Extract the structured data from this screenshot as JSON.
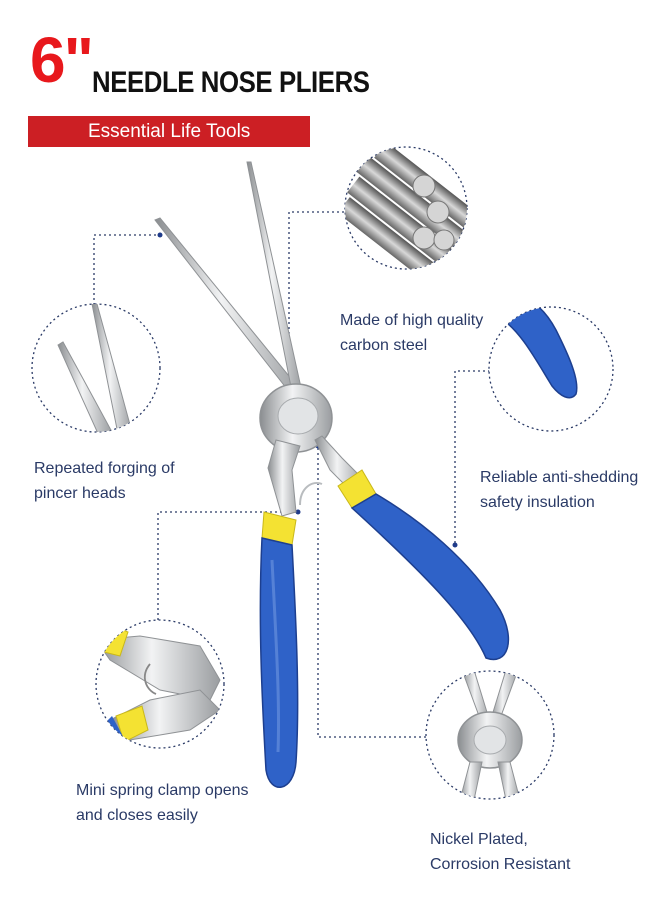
{
  "header": {
    "size": "6\"",
    "title": "NEEDLE NOSE PLIERS",
    "banner": "Essential Life Tools"
  },
  "features": [
    {
      "line1": "Made of high quality",
      "line2": "carbon steel",
      "icon": "steel-rods-icon"
    },
    {
      "line1": "Repeated forging of",
      "line2": "pincer heads",
      "icon": "pincer-tips-icon"
    },
    {
      "line1": "Reliable anti-shedding",
      "line2": "safety insulation",
      "icon": "blue-grip-icon"
    },
    {
      "line1": "Mini spring clamp opens",
      "line2": "and closes easily",
      "icon": "spring-clamp-icon"
    },
    {
      "line1": "Nickel Plated,",
      "line2": "Corrosion Resistant",
      "icon": "plated-joint-icon"
    }
  ],
  "colors": {
    "brand_red": "#cc1f24",
    "grip_blue": "#2f62c8",
    "sleeve_yellow": "#f4e232",
    "text": "#2a3a66"
  }
}
